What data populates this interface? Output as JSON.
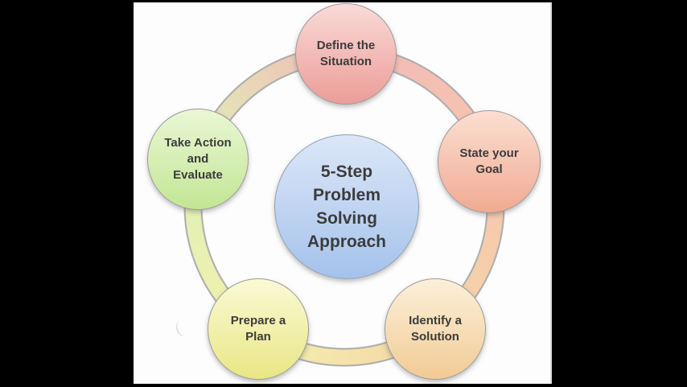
{
  "scene": {
    "background_color": "#000000",
    "stage_color": "#fdfdfd"
  },
  "diagram": {
    "title": "5-Step Problem Solving Approach",
    "text_color": "#3c3c3c",
    "center": {
      "label": "5-Step\nProblem\nSolving\nApproach",
      "color_top": "#dce7f8",
      "color_bottom": "#a5c2eb",
      "border_color": "#93a0b0"
    },
    "steps": [
      {
        "name": "define-the-situation",
        "label": "Define the\nSituation",
        "color_top": "#f9dad8",
        "color_bottom": "#ec9d98"
      },
      {
        "name": "state-your-goal",
        "label": "State your\nGoal",
        "color_top": "#fbdfd2",
        "color_bottom": "#f0aa92"
      },
      {
        "name": "identify-a-solution",
        "label": "Identify a\nSolution",
        "color_top": "#fbf0da",
        "color_bottom": "#f2cb95"
      },
      {
        "name": "prepare-a-plan",
        "label": "Prepare a\nPlan",
        "color_top": "#fafad4",
        "color_bottom": "#e9e685"
      },
      {
        "name": "take-action-and-evaluate",
        "label": "Take Action\nand\nEvaluate",
        "color_top": "#eaf7d5",
        "color_bottom": "#c2e694"
      }
    ],
    "ring": {
      "segment_colors": [
        "#f3bab6",
        "#f6c5b0",
        "#f6d5a8",
        "#f3f1ac",
        "#def0b8"
      ],
      "outline_color": "#ababab"
    }
  }
}
